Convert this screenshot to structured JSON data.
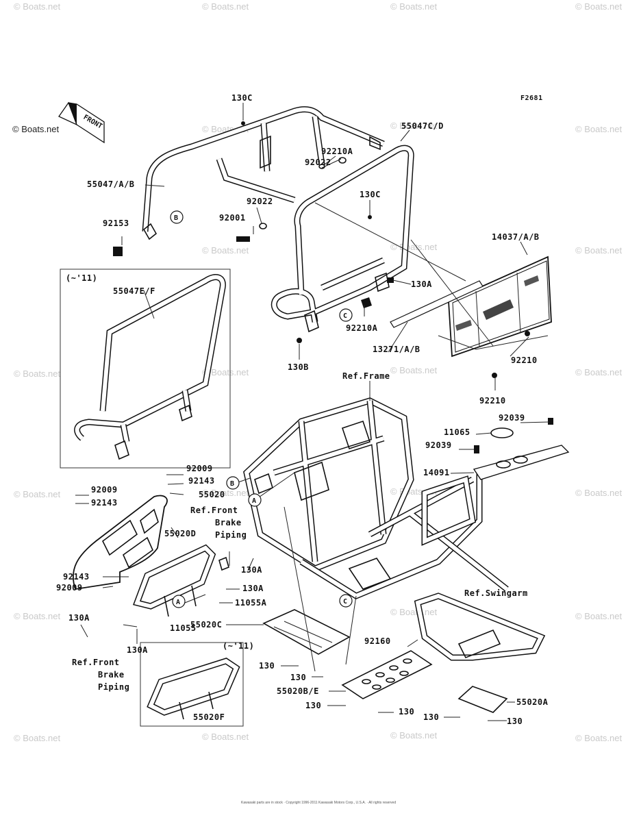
{
  "figure_id": "F2681",
  "front_label": "FRONT",
  "watermark": "© Boats.net",
  "callouts": {
    "c130c_top": "130C",
    "c55047cd": "55047C/D",
    "c92210a_top": "92210A",
    "c92022_a": "92022",
    "c55047ab": "55047/A/B",
    "c92022_b": "92022",
    "c130c_mid": "130C",
    "c92001": "92001",
    "c92153": "92153",
    "c14037": "14037/A/B",
    "c130a_top": "130A",
    "c92210a_mid": "92210A",
    "c13271": "13271/A/B",
    "c92210_a": "92210",
    "c130b": "130B",
    "c92210_b": "92210",
    "c92039_a": "92039",
    "c11065": "11065",
    "c92039_b": "92039",
    "c14091": "14091",
    "c92009_a": "92009",
    "c92143_a": "92143",
    "c92009_b": "92009",
    "c55020": "55020",
    "c92143_b": "92143",
    "c55020d": "55020D",
    "c130a_b": "130A",
    "c130a_c": "130A",
    "c11055a": "11055A",
    "c92143_c": "92143",
    "c92009_c": "92009",
    "c130a_d": "130A",
    "c11055": "11055",
    "c130a_e": "130A",
    "c55020c": "55020C",
    "c92160": "92160",
    "c130_a": "130",
    "c130_b": "130",
    "c55020be": "55020B/E",
    "c130_c": "130",
    "c130_d": "130",
    "c130_e": "130",
    "c130_f": "130",
    "c55020a": "55020A",
    "c55047ef": "55047E/F",
    "c55020f": "55020F"
  },
  "refs": {
    "ref_frame": "Ref.Frame",
    "ref_front_brake_1": "Ref.Front",
    "ref_front_brake_2": "Brake",
    "ref_front_brake_3": "Piping",
    "ref_front_brake_b1": "Ref.Front",
    "ref_front_brake_b2": "Brake",
    "ref_front_brake_b3": "Piping",
    "ref_swingarm": "Ref.Swingarm"
  },
  "inset_labels": {
    "inset_top": "(~'11)",
    "inset_bottom": "(~'11)"
  },
  "circle_markers": {
    "b1": "B",
    "c1": "C",
    "b2": "B",
    "a1": "A",
    "a2": "A",
    "c2": "C"
  },
  "footer": "Kawasaki parts are in stock · Copyright 1996-2011 Kawasaki Motors Corp., U.S.A. · All rights reserved"
}
